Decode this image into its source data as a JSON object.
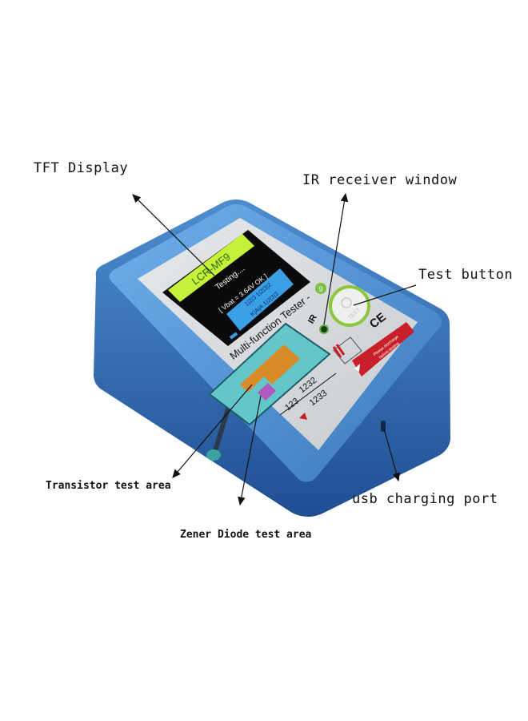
{
  "annotations": {
    "tft_display": "TFT Display",
    "ir_receiver": "IR receiver window",
    "test_button": "Test button",
    "transistor_area": "Transistor test area",
    "zener_area": "Zener Diode test area",
    "usb_port": "usb charging port"
  },
  "device": {
    "screen_title": "LCR-MF9",
    "screen_status": "Testing....",
    "screen_vbat": "[ Vbat = 3.64V OK ]",
    "screen_pins_top": "1|2|3 1|2|3|2",
    "screen_pins_bottom": "K|A|A 1|2|3|3",
    "panel_name": "Multi-function Tester -",
    "ir_label": "IR",
    "mode_badge": "9",
    "test_label": "TEST",
    "ce_mark": "CE",
    "warning_line1": "Please discharge",
    "warning_line2": "before testing",
    "socket_pins_left": "123",
    "socket_pins_right_top": "1232",
    "socket_pins_right_bottom": "1233"
  },
  "colors": {
    "body": "#4f8fd0",
    "panel": "#d9dcdf",
    "screen_header": "#c6f03a",
    "socket": "#63c6c8",
    "test_ring": "#8cc63f",
    "warning": "#c8202a"
  }
}
